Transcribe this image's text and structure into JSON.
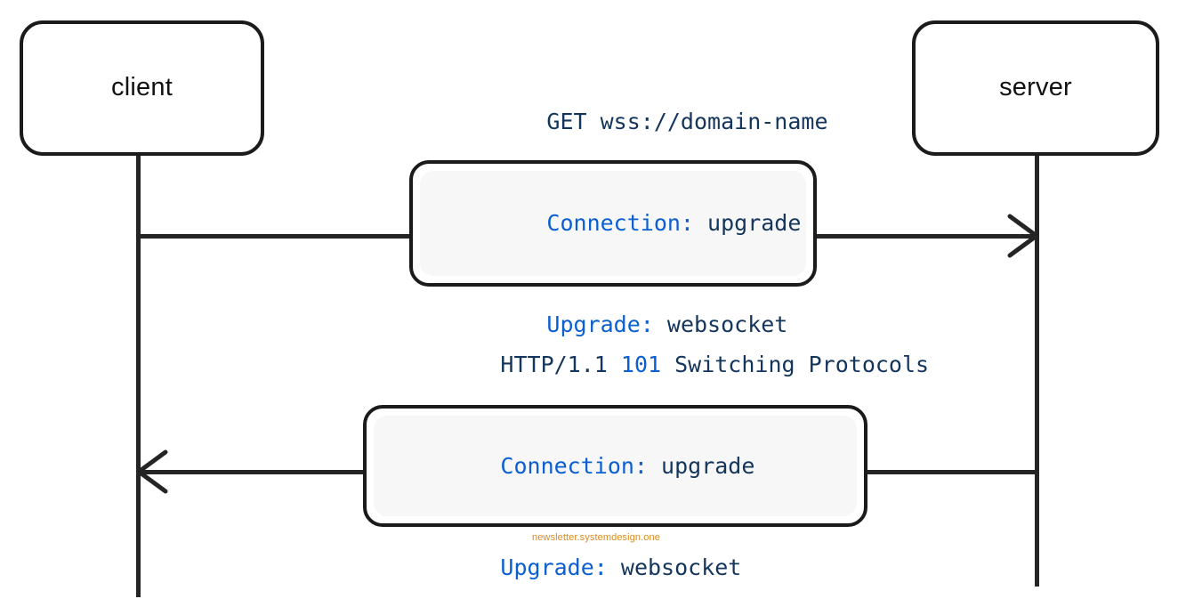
{
  "diagram": {
    "title": "WebSocket handshake sequence diagram",
    "background_color": "#ffffff",
    "stroke_color": "#252525",
    "participants": [
      {
        "id": "client",
        "label": "client"
      },
      {
        "id": "server",
        "label": "server"
      }
    ],
    "messages": [
      {
        "id": "upgrade-request",
        "direction": "client-to-server",
        "arrowhead": "open-v-right",
        "note_id": "request-note"
      },
      {
        "id": "upgrade-response",
        "direction": "server-to-client",
        "arrowhead": "open-v-left",
        "note_id": "response-note"
      }
    ],
    "notes": [
      {
        "id": "request-note",
        "panel_color": "#f7f7f7",
        "lines": [
          {
            "id": "req-line-1",
            "segments": [
              {
                "text": "GET wss://domain-name",
                "style": "plain"
              }
            ]
          },
          {
            "id": "req-line-2",
            "segments": [
              {
                "text": "Connection:",
                "style": "key"
              },
              {
                "text": " upgrade",
                "style": "plain"
              }
            ]
          },
          {
            "id": "req-line-3",
            "segments": [
              {
                "text": "Upgrade:",
                "style": "key"
              },
              {
                "text": " websocket",
                "style": "plain"
              }
            ]
          }
        ]
      },
      {
        "id": "response-note",
        "panel_color": "#f7f7f7",
        "lines": [
          {
            "id": "res-line-1",
            "segments": [
              {
                "text": "HTTP/1.1 ",
                "style": "plain"
              },
              {
                "text": "101",
                "style": "status"
              },
              {
                "text": " Switching Protocols",
                "style": "plain"
              }
            ]
          },
          {
            "id": "res-line-2",
            "segments": [
              {
                "text": "Connection:",
                "style": "key"
              },
              {
                "text": " upgrade",
                "style": "plain"
              }
            ]
          },
          {
            "id": "res-line-3",
            "segments": [
              {
                "text": "Upgrade:",
                "style": "key"
              },
              {
                "text": " websocket",
                "style": "plain"
              }
            ]
          }
        ]
      }
    ],
    "watermark": {
      "text": "newsletter.systemdesign.one",
      "color": "#d98c1f"
    },
    "colors": {
      "code_plain": "#14365c",
      "code_keyword": "#0b5fd0",
      "code_status": "#0b5fd0",
      "note_panel": "#f7f7f7",
      "outline": "#1b1b1b",
      "watermark": "#d98c1f"
    }
  }
}
